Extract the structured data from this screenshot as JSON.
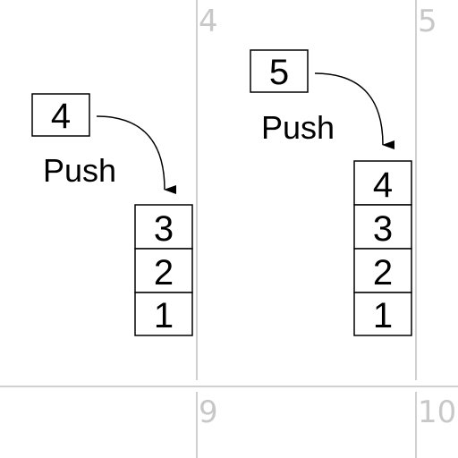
{
  "panels": [
    {
      "number": "4",
      "pushed_value": "4",
      "action_label": "Push",
      "stack_top_to_bottom": [
        "3",
        "2",
        "1"
      ]
    },
    {
      "number": "5",
      "pushed_value": "5",
      "action_label": "Push",
      "stack_top_to_bottom": [
        "4",
        "3",
        "2",
        "1"
      ]
    },
    {
      "number": "9"
    },
    {
      "number": "10"
    }
  ],
  "colors": {
    "divider": "#d0d0d0",
    "panel_number": "#c8c8c8",
    "ink": "#000000"
  }
}
